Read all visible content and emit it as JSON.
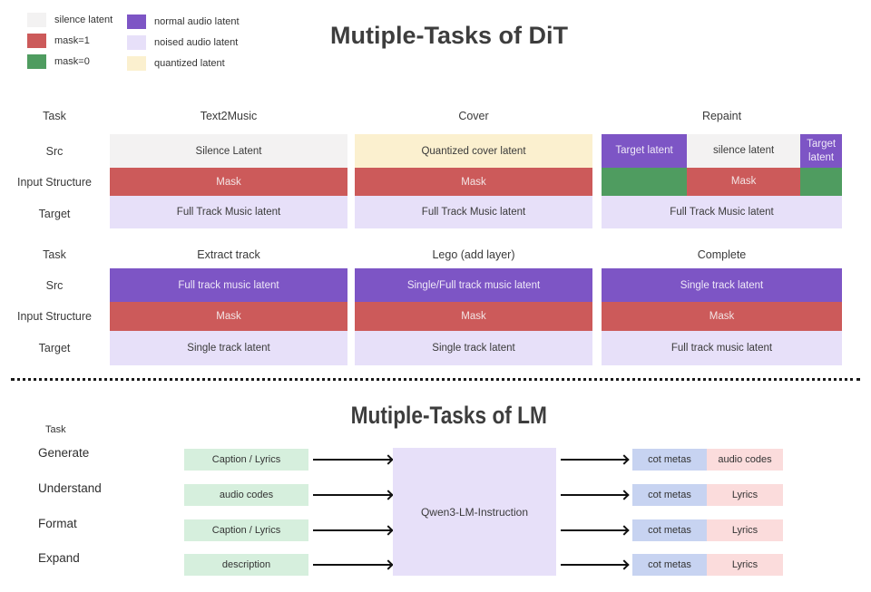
{
  "legend": {
    "items": [
      {
        "label": "silence latent",
        "color": "#f3f2f2"
      },
      {
        "label": "mask=1",
        "color": "#cc5a5a"
      },
      {
        "label": "mask=0",
        "color": "#4f9c60"
      },
      {
        "label": "normal audio latent",
        "color": "#7d55c5"
      },
      {
        "label": "noised audio latent",
        "color": "#e7e0f9"
      },
      {
        "label": "quantized latent",
        "color": "#fbf0cf"
      }
    ]
  },
  "dit": {
    "title": "Mutiple-Tasks of DiT",
    "row_labels": {
      "task": "Task",
      "src": "Src",
      "input": "Input Structure",
      "target": "Target"
    },
    "table1": {
      "text2music": {
        "header": "Text2Music",
        "src": "Silence Latent",
        "mask": "Mask",
        "target": "Full Track Music latent"
      },
      "cover": {
        "header": "Cover",
        "src": "Quantized cover latent",
        "mask": "Mask",
        "target": "Full Track Music latent"
      },
      "repaint": {
        "header": "Repaint",
        "src_left": "Target latent",
        "src_mid": "silence latent",
        "src_right": "Target latent",
        "mask": "Mask",
        "target": "Full Track Music latent"
      }
    },
    "table2": {
      "extract": {
        "header": "Extract track",
        "src": "Full track music latent",
        "mask": "Mask",
        "target": "Single track latent"
      },
      "lego": {
        "header": "Lego (add layer)",
        "src": "Single/Full track music latent",
        "mask": "Mask",
        "target": "Single track latent"
      },
      "complete": {
        "header": "Complete",
        "src": "Single track latent",
        "mask": "Mask",
        "target": "Full track music latent"
      }
    }
  },
  "lm": {
    "title": "Mutiple-Tasks of LM",
    "task_label": "Task",
    "model": "Qwen3-LM-Instruction",
    "rows": [
      {
        "task": "Generate",
        "input": "Caption / Lyrics",
        "out_meta": "cot metas",
        "out_data": "audio codes"
      },
      {
        "task": "Understand",
        "input": "audio codes",
        "out_meta": "cot metas",
        "out_data": "Lyrics"
      },
      {
        "task": "Format",
        "input": "Caption / Lyrics",
        "out_meta": "cot metas",
        "out_data": "Lyrics"
      },
      {
        "task": "Expand",
        "input": "description",
        "out_meta": "cot metas",
        "out_data": "Lyrics"
      }
    ]
  },
  "colors": {
    "silence": "#f3f2f2",
    "mask1": "#cc5a5a",
    "mask0": "#4f9c60",
    "normal_latent": "#7d55c5",
    "noised_latent": "#e7e0f9",
    "quantized_latent": "#fbf0cf",
    "lm_input": "#d6efdd",
    "lm_meta": "#c7d3f1",
    "lm_data": "#fbdcdc",
    "arrow": "#111111",
    "text_dark": "#3a3a3a"
  }
}
